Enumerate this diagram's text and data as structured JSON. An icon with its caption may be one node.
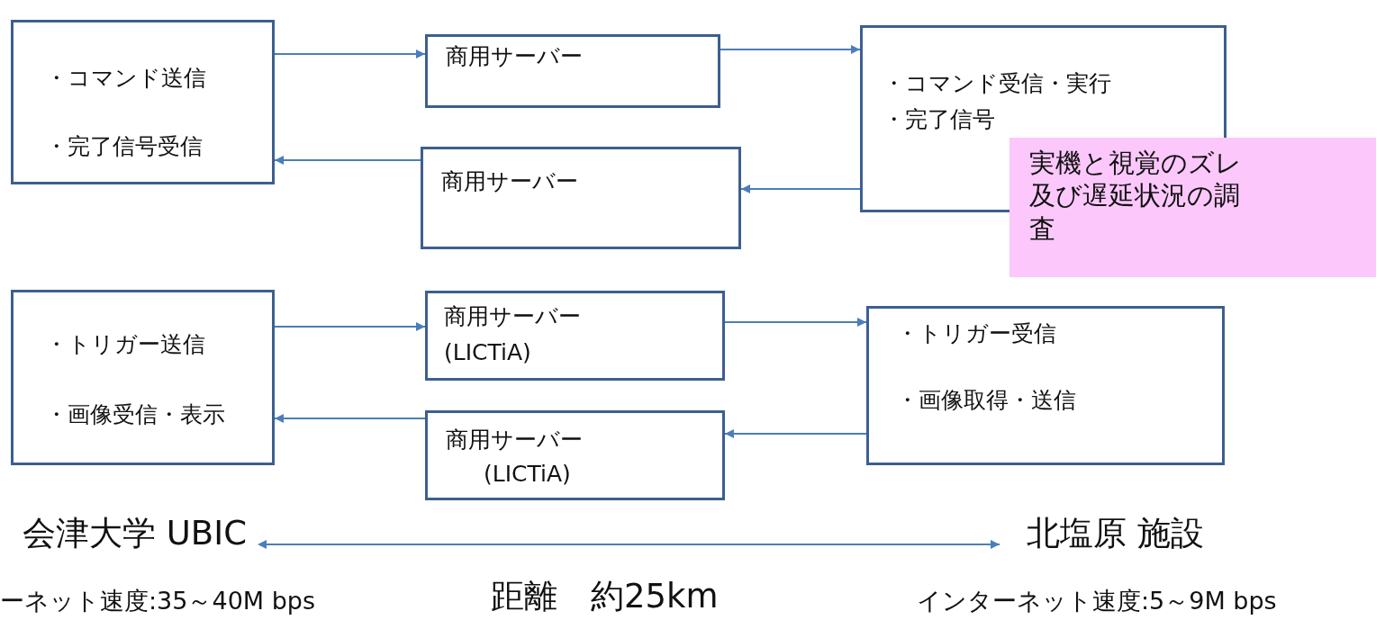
{
  "diagram": {
    "nodes": [
      {
        "text": [
          "・コマンド送信",
          "・完了信号受信"
        ]
      },
      {
        "text": [
          "商用サーバー"
        ]
      },
      {
        "text": [
          "商用サーバー"
        ]
      },
      {
        "text": [
          "・コマンド受信・実行",
          "・完了信号"
        ]
      },
      {
        "text": [
          "実機と視覚のズレ及び遅延状況の調査"
        ]
      },
      {
        "text": [
          "・トリガー送信",
          "・画像受信・表示"
        ]
      },
      {
        "text": [
          "商用サーバー",
          "(LICTiA)"
        ]
      },
      {
        "text": [
          "商用サーバー",
          "(LICTiA)"
        ]
      },
      {
        "text": [
          "・トリガー受信",
          "・画像取得・送信"
        ]
      },
      {
        "text": [
          "会津大学 UBIC"
        ]
      },
      {
        "text": [
          "北塩原 施設"
        ]
      }
    ],
    "edges": [
      {
        "from": 0,
        "to": 1,
        "arrow": "to"
      },
      {
        "from": 1,
        "to": 3,
        "arrow": "to"
      },
      {
        "from": 3,
        "to": 2,
        "arrow": "to"
      },
      {
        "from": 2,
        "to": 0,
        "arrow": "to"
      },
      {
        "from": 5,
        "to": 6,
        "arrow": "to"
      },
      {
        "from": 6,
        "to": 8,
        "arrow": "to"
      },
      {
        "from": 8,
        "to": 7,
        "arrow": "to"
      },
      {
        "from": 7,
        "to": 5,
        "arrow": "to"
      },
      {
        "from": 9,
        "to": 10,
        "arrow": "both"
      }
    ],
    "labels": [
      "ーネット速度:35～40M bps",
      "距離　約25km",
      "インターネット速度:5～9M bps"
    ]
  }
}
